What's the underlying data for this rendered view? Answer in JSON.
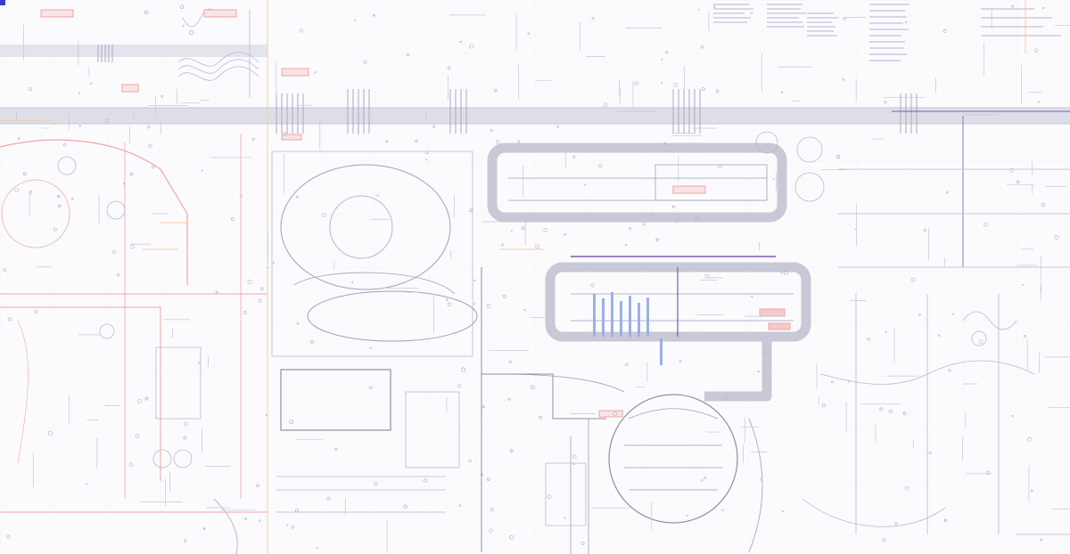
{
  "view": {
    "type": "metabolic-pathways-wallchart-overview",
    "text_legible": false
  },
  "colors": {
    "background": "#fbfbfd",
    "membrane": "#d9d9e3",
    "pathway_lines": "#b9b9cf",
    "pathway_dark": "#8e8ea8",
    "highlight_box": "#f0a3a8",
    "highlight_fill": "#f9d7d8",
    "red_pathways": "#f2a4a8",
    "blue_pathways": "#9ab0e6",
    "orange_pathways": "#f7c9a0",
    "purple_pathways": "#7c5aa8",
    "corner_marker": "#3b3bd0"
  },
  "compartments": [
    {
      "name": "plasma-membrane-band",
      "kind": "membrane"
    },
    {
      "name": "mitochondrion-left",
      "kind": "organelle"
    },
    {
      "name": "tca-cycle-center",
      "kind": "cycle"
    },
    {
      "name": "er-loop-top",
      "kind": "organelle"
    },
    {
      "name": "er-loop-middle",
      "kind": "organelle"
    },
    {
      "name": "nucleus-circle",
      "kind": "organelle"
    }
  ]
}
